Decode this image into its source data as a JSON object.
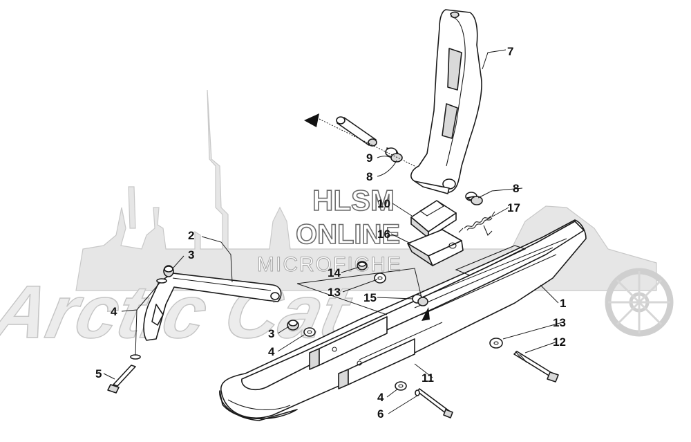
{
  "watermark": {
    "brand": "Arctic Cat",
    "line1": "HLSM",
    "line2": "ONLINE",
    "line3": "MICROFICHE"
  },
  "callouts": {
    "c1": "1",
    "c2": "2",
    "c3a": "3",
    "c3b": "3",
    "c4a": "4",
    "c4b": "4",
    "c4c": "4",
    "c5": "5",
    "c6": "6",
    "c7": "7",
    "c8a": "8",
    "c8b": "8",
    "c9": "9",
    "c10": "10",
    "c11": "11",
    "c12": "12",
    "c13a": "13",
    "c13b": "13",
    "c14": "14",
    "c15": "15",
    "c16": "16",
    "c17": "17"
  },
  "colors": {
    "line": "#1a1a1a",
    "watermark_fill": "#e6e6e6",
    "watermark_stroke": "#c8c8c8"
  }
}
